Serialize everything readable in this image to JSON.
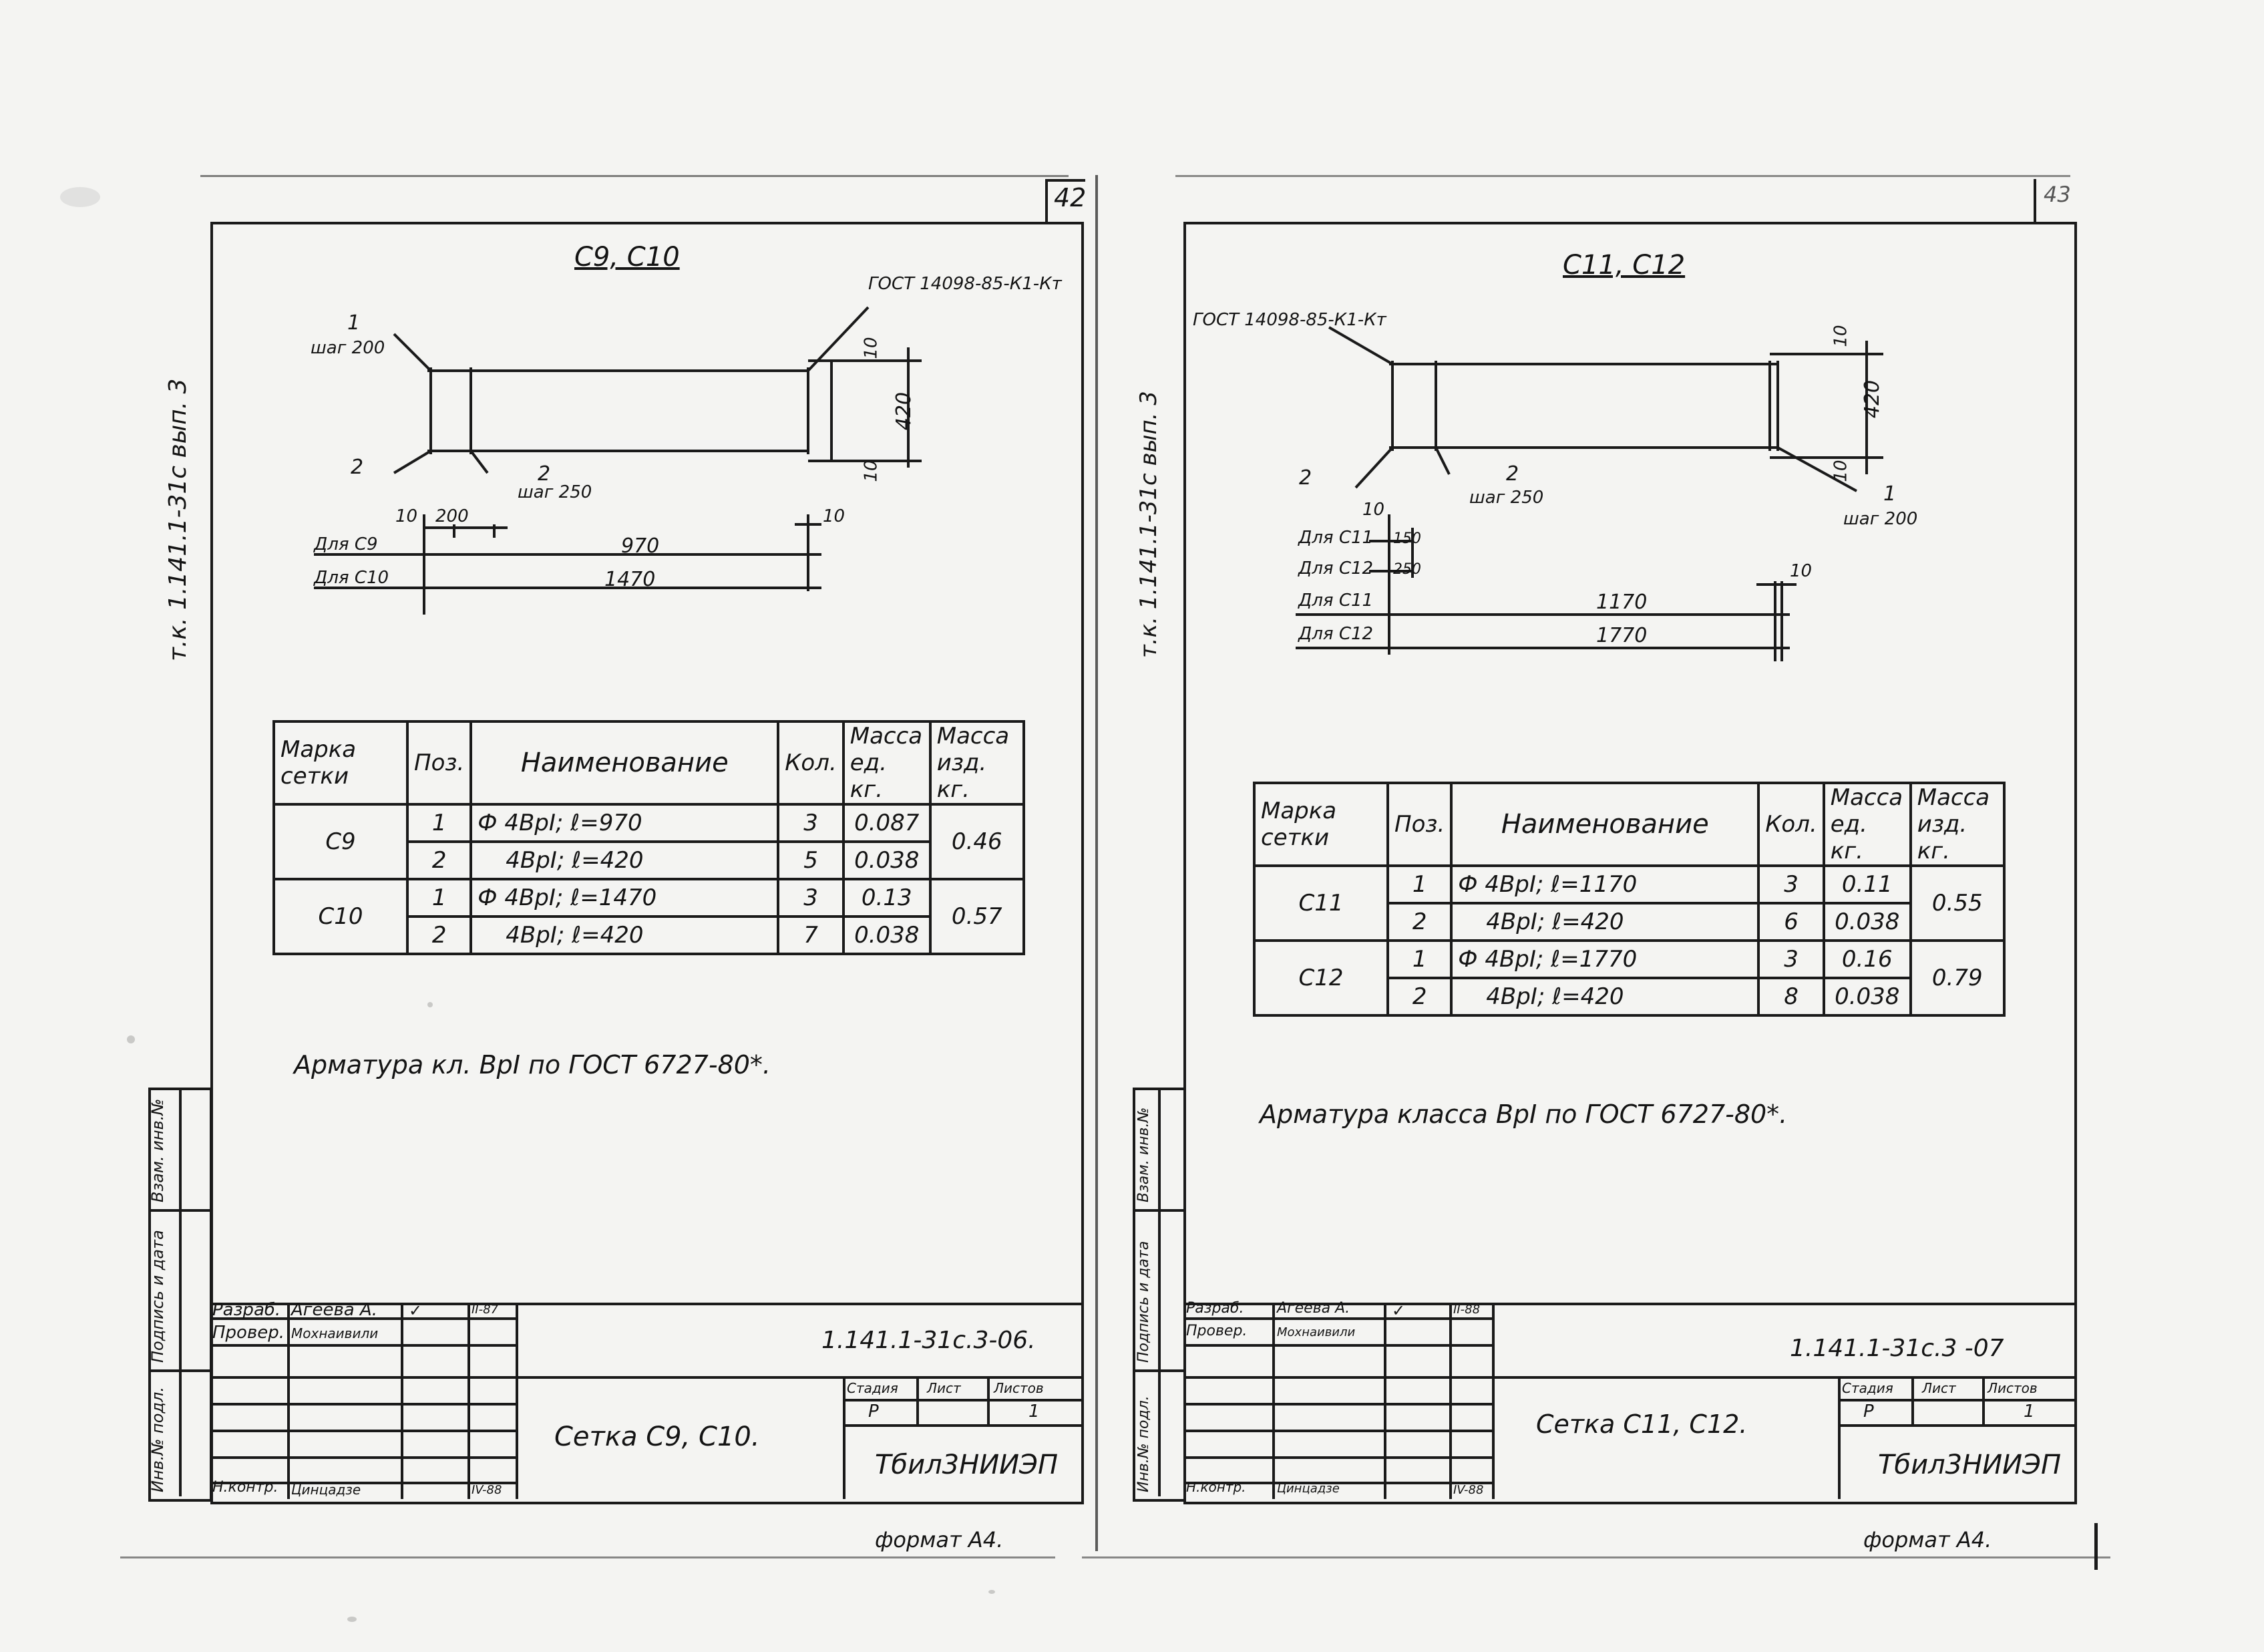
{
  "left": {
    "page_number": "42",
    "side_code": "т.к. 1.141.1-31с  вып. 3",
    "title": "С9, С10",
    "gost_tag": "ГОСТ 14098-85-К1-Кт",
    "callouts": {
      "pos1_num": "1",
      "pos1_step": "шаг 200",
      "pos2a_num": "2",
      "pos2b_num": "2",
      "pos2b_step": "шаг 250"
    },
    "dims": {
      "d10_top": "10",
      "d420": "420",
      "d10_bot": "10",
      "d10_left": "10",
      "d200": "200",
      "d10_right": "10",
      "row1_label": "Для С9",
      "row1_len": "970",
      "row2_label": "Для С10",
      "row2_len": "1470"
    },
    "table": {
      "headers": [
        "Марка сетки",
        "Поз.",
        "Наименование",
        "Кол.",
        "Масса ед. кг.",
        "Масса изд. кг."
      ],
      "rows": [
        {
          "mark": "С9",
          "pos": "1",
          "name": "Ф 4ВрI;  ℓ=970",
          "qty": "3",
          "unit": "0.087",
          "total": "0.46"
        },
        {
          "mark": "",
          "pos": "2",
          "name": "4ВрI;  ℓ=420",
          "qty": "5",
          "unit": "0.038",
          "total": ""
        },
        {
          "mark": "С10",
          "pos": "1",
          "name": "Ф 4ВрI;  ℓ=1470",
          "qty": "3",
          "unit": "0.13",
          "total": "0.57"
        },
        {
          "mark": "",
          "pos": "2",
          "name": "4ВрI;  ℓ=420",
          "qty": "7",
          "unit": "0.038",
          "total": ""
        }
      ]
    },
    "note": "Арматура кл. ВрI по ГОСТ 6727-80*.",
    "stamp": {
      "r1_role": "Разраб.",
      "r1_name": "Агеева А.",
      "r1_date": "II-87",
      "r2_role": "Провер.",
      "r2_name": "Мохнаивили",
      "r3_role": "Н.контр.",
      "r3_name": "Цинцадзе",
      "r3_date": "IV-88",
      "code": "1.141.1-31с.3-06.",
      "name": "Сетка С9, С10.",
      "stage_h": "Стадия",
      "sheet_h": "Лист",
      "sheets_h": "Листов",
      "stage": "Р",
      "sheet": "",
      "sheets": "1",
      "org": "Тбил3НИИЭП"
    },
    "side_stamp": [
      "Взам. инв.№",
      "Подпись и дата",
      "Инв.№ подл."
    ],
    "format": "формат А4."
  },
  "right": {
    "page_number": "43",
    "side_code": "т.к. 1.141.1-31с  вып. 3",
    "title": "С11, С12",
    "gost_tag": "ГОСТ 14098-85-К1-Кт",
    "callouts": {
      "pos2a_num": "2",
      "pos2b_num": "2",
      "pos2b_step": "шаг 250",
      "pos1_num": "1",
      "pos1_step": "шаг 200"
    },
    "dims": {
      "d10_top": "10",
      "d420": "420",
      "d10_bot": "10",
      "d10_left": "10",
      "r1_label": "Для С11",
      "r1_val": "150",
      "r2_label": "Для С12",
      "r2_val": "250",
      "d10_right": "10",
      "r3_label": "Для С11",
      "r3_len": "1170",
      "r4_label": "Для С12",
      "r4_len": "1770"
    },
    "table": {
      "headers": [
        "Марка сетки",
        "Поз.",
        "Наименование",
        "Кол.",
        "Масса ед. кг.",
        "Масса изд. кг."
      ],
      "rows": [
        {
          "mark": "С11",
          "pos": "1",
          "name": "Ф 4ВрI;  ℓ=1170",
          "qty": "3",
          "unit": "0.11",
          "total": "0.55"
        },
        {
          "mark": "",
          "pos": "2",
          "name": "4ВрI;  ℓ=420",
          "qty": "6",
          "unit": "0.038",
          "total": ""
        },
        {
          "mark": "С12",
          "pos": "1",
          "name": "Ф 4ВрI;  ℓ=1770",
          "qty": "3",
          "unit": "0.16",
          "total": "0.79"
        },
        {
          "mark": "",
          "pos": "2",
          "name": "4ВрI;  ℓ=420",
          "qty": "8",
          "unit": "0.038",
          "total": ""
        }
      ]
    },
    "note": "Арматура класса  ВрI  по  ГОСТ  6727-80*.",
    "stamp": {
      "r1_role": "Разраб.",
      "r1_name": "Агеева А.",
      "r1_date": "II-88",
      "r2_role": "Провер.",
      "r2_name": "Мохнаивили",
      "r3_role": "Н.контр.",
      "r3_name": "Цинцадзе",
      "r3_date": "IV-88",
      "code": "1.141.1-31с.3 -07",
      "name": "Сетка С11, С12.",
      "stage_h": "Стадия",
      "sheet_h": "Лист",
      "sheets_h": "Листов",
      "stage": "Р",
      "sheet": "",
      "sheets": "1",
      "org": "Тбил3НИИЭП"
    },
    "side_stamp": [
      "Взам. инв.№",
      "Подпись и дата",
      "Инв.№ подл."
    ],
    "format": "формат А4."
  }
}
